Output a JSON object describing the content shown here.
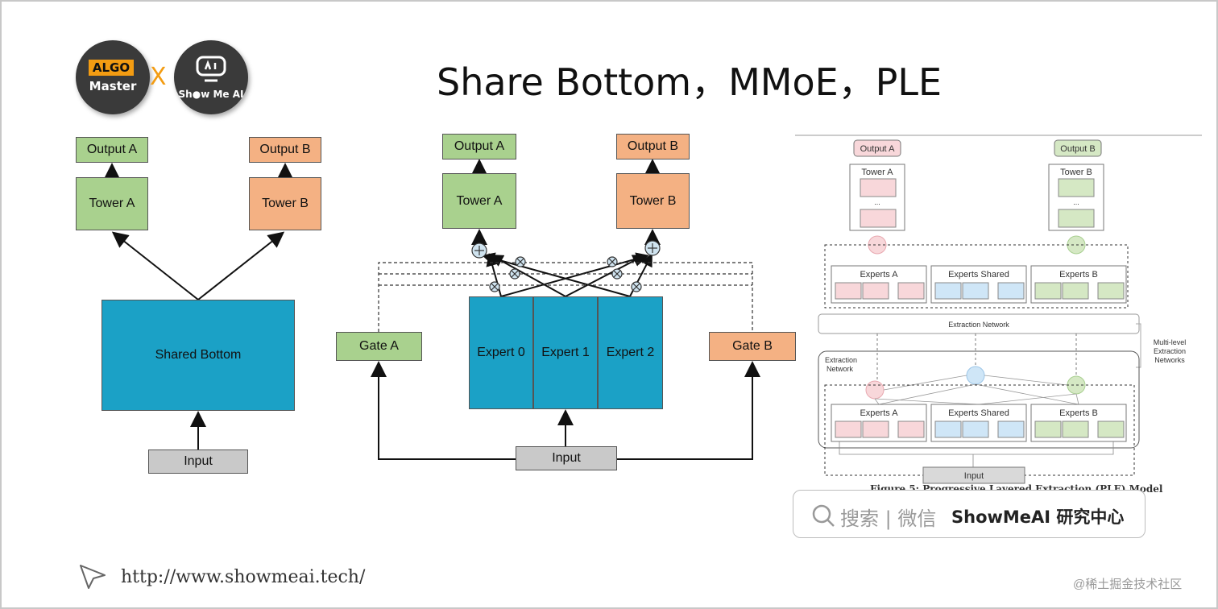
{
  "title": "Share Bottom，MMoE，PLE",
  "logos": {
    "algo_tag": "ALGO",
    "algo_sub": "Master",
    "separator": "X",
    "showme_sub": "Sh●w Me AI"
  },
  "share_bottom": {
    "output_a": "Output A",
    "output_b": "Output B",
    "tower_a": "Tower A",
    "tower_b": "Tower B",
    "shared": "Shared Bottom",
    "input": "Input"
  },
  "mmoe": {
    "output_a": "Output A",
    "output_b": "Output B",
    "tower_a": "Tower A",
    "tower_b": "Tower B",
    "gate_a": "Gate A",
    "gate_b": "Gate B",
    "experts": [
      "Expert 0",
      "Expert 1",
      "Expert 2"
    ],
    "input": "Input"
  },
  "ple": {
    "output_a": "Output A",
    "output_b": "Output B",
    "tower_a": "Tower A",
    "tower_b": "Tower B",
    "experts_a": "Experts A",
    "experts_shared": "Experts Shared",
    "experts_b": "Experts B",
    "extraction_network_bar": "Extraction Network",
    "extraction_network_label_1": "Extraction",
    "extraction_network_label_2": "Network",
    "multi_level_1": "Multi-level",
    "multi_level_2": "Extraction",
    "multi_level_3": "Networks",
    "input": "Input",
    "ellipsis": "...",
    "caption": "Figure 5: Progressive Layered Extraction (PLE) Model",
    "colors": {
      "a": "#f8d7da",
      "shared": "#cfe6f7",
      "b": "#d5e8c4"
    }
  },
  "search": {
    "text": "搜索 | 微信",
    "brand": "ShowMeAI 研究中心"
  },
  "footer": {
    "url": "http://www.showmeai.tech/",
    "watermark": "@稀土掘金技术社区"
  }
}
